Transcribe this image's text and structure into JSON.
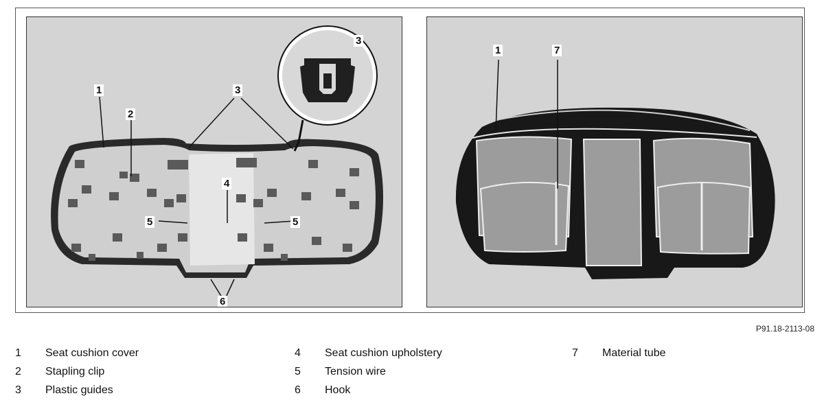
{
  "figure_ref": "P91.18-2113-08",
  "callouts": {
    "left": [
      "1",
      "2",
      "3",
      "4",
      "5",
      "5",
      "6",
      "3"
    ],
    "right": [
      "1",
      "7"
    ]
  },
  "legend": [
    {
      "num": "1",
      "text": "Seat cushion cover"
    },
    {
      "num": "2",
      "text": "Stapling clip"
    },
    {
      "num": "3",
      "text": "Plastic guides"
    },
    {
      "num": "4",
      "text": "Seat cushion upholstery"
    },
    {
      "num": "5",
      "text": "Tension wire"
    },
    {
      "num": "6",
      "text": "Hook"
    },
    {
      "num": "7",
      "text": "Material tube"
    }
  ]
}
